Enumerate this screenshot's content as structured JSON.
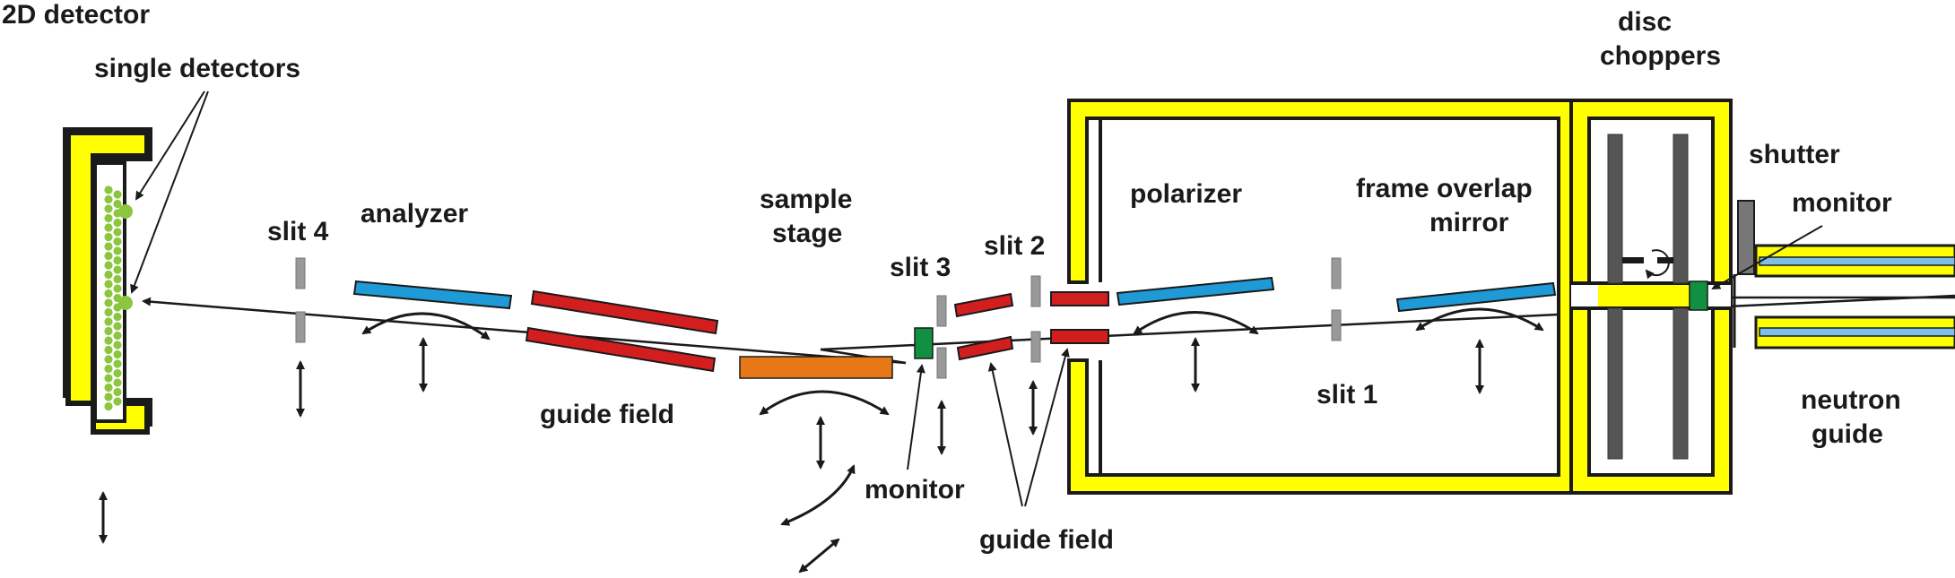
{
  "labels": {
    "detector_2d": "2D detector",
    "single_detectors": "single detectors",
    "slit4": "slit 4",
    "analyzer": "analyzer",
    "sample_stage_line1": "sample",
    "sample_stage_line2": "stage",
    "slit3": "slit 3",
    "slit2": "slit 2",
    "polarizer": "polarizer",
    "frame_overlap_line1": "frame overlap",
    "frame_overlap_line2": "mirror",
    "disc_choppers_line1": "disc",
    "disc_choppers_line2": "choppers",
    "shutter": "shutter",
    "monitor_right": "monitor",
    "guide_field_left": "guide field",
    "monitor_center": "monitor",
    "guide_field_center": "guide field",
    "slit1": "slit 1",
    "neutron_guide_line1": "neutron",
    "neutron_guide_line2": "guide"
  },
  "colors": {
    "housing": "#ffff00",
    "outline": "#1a1a1a",
    "mirror": "#1e9ad6",
    "guide_magnet": "#d21e1e",
    "slit": "#999999",
    "sample": "#e67817",
    "monitor": "#109040",
    "detector_dot": "#8cc63f",
    "chopper_disc": "#555555",
    "guide_inner": "#7cc0ea"
  }
}
